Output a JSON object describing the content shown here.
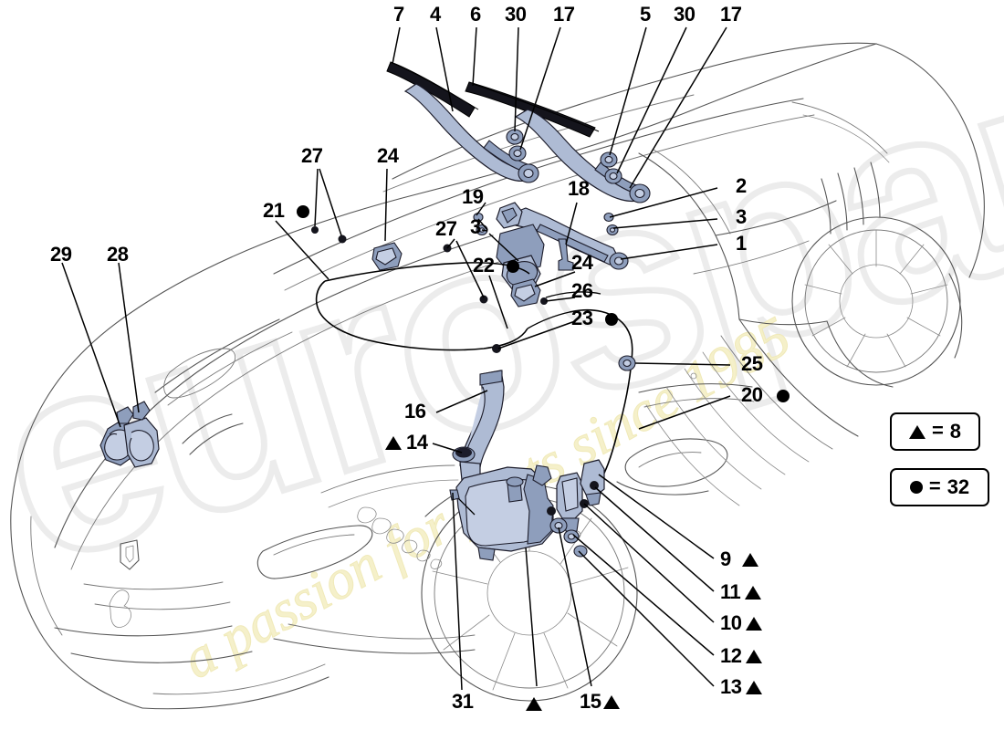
{
  "diagram": {
    "title": "Windscreen wiper and washer / horn system exploded parts diagram",
    "vehicle": "Ferrari front three-quarter body outline",
    "watermark_primary": "eurospares",
    "watermark_secondary": "a passion for parts since 1985",
    "line_color": "#000000",
    "part_fill_color": "#aab9d4",
    "body_outline_color": "#3a3a3a"
  },
  "legend": {
    "items": [
      {
        "name": "triangle-legend",
        "symbol": "triangle",
        "equals": "=",
        "value": "8"
      },
      {
        "name": "dot-legend",
        "symbol": "dot",
        "equals": "=",
        "value": "32"
      }
    ]
  },
  "callouts": [
    {
      "id": "c7",
      "text": "7",
      "marker": "none",
      "group": "top-row"
    },
    {
      "id": "c4",
      "text": "4",
      "marker": "none",
      "group": "top-row"
    },
    {
      "id": "c6",
      "text": "6",
      "marker": "none",
      "group": "top-row"
    },
    {
      "id": "c30a",
      "text": "30",
      "marker": "none",
      "group": "top-row"
    },
    {
      "id": "c17a",
      "text": "17",
      "marker": "none",
      "group": "top-row"
    },
    {
      "id": "c5",
      "text": "5",
      "marker": "none",
      "group": "top-row"
    },
    {
      "id": "c30b",
      "text": "30",
      "marker": "none",
      "group": "top-row"
    },
    {
      "id": "c17b",
      "text": "17",
      "marker": "none",
      "group": "top-row"
    },
    {
      "id": "c27a",
      "text": "27",
      "marker": "none",
      "group": "upper-left"
    },
    {
      "id": "c24a",
      "text": "24",
      "marker": "none",
      "group": "upper-left"
    },
    {
      "id": "c21",
      "text": "21",
      "marker": "dot-after",
      "group": "upper-left"
    },
    {
      "id": "c29",
      "text": "29",
      "marker": "none",
      "group": "left"
    },
    {
      "id": "c28",
      "text": "28",
      "marker": "none",
      "group": "left"
    },
    {
      "id": "c19",
      "text": "19",
      "marker": "none",
      "group": "center"
    },
    {
      "id": "c3a",
      "text": "3",
      "marker": "none",
      "group": "center"
    },
    {
      "id": "c18",
      "text": "18",
      "marker": "none",
      "group": "center"
    },
    {
      "id": "c27b",
      "text": "27",
      "marker": "none",
      "group": "center"
    },
    {
      "id": "c22",
      "text": "22",
      "marker": "dot-after",
      "group": "center"
    },
    {
      "id": "c24b",
      "text": "24",
      "marker": "none",
      "group": "center"
    },
    {
      "id": "c26",
      "text": "26",
      "marker": "none",
      "group": "center"
    },
    {
      "id": "c23",
      "text": "23",
      "marker": "dot-after",
      "group": "center"
    },
    {
      "id": "c2",
      "text": "2",
      "marker": "none",
      "group": "right"
    },
    {
      "id": "c3b",
      "text": "3",
      "marker": "none",
      "group": "right"
    },
    {
      "id": "c1",
      "text": "1",
      "marker": "none",
      "group": "right"
    },
    {
      "id": "c25",
      "text": "25",
      "marker": "none",
      "group": "right"
    },
    {
      "id": "c20",
      "text": "20",
      "marker": "dot-after",
      "group": "right"
    },
    {
      "id": "c16",
      "text": "16",
      "marker": "none",
      "group": "reservoir"
    },
    {
      "id": "c14",
      "text": "14",
      "marker": "triangle-before",
      "group": "reservoir"
    },
    {
      "id": "c9",
      "text": "9",
      "marker": "triangle-after",
      "group": "lower-right"
    },
    {
      "id": "c11",
      "text": "11",
      "marker": "triangle-after",
      "group": "lower-right"
    },
    {
      "id": "c10",
      "text": "10",
      "marker": "triangle-after",
      "group": "lower-right"
    },
    {
      "id": "c12",
      "text": "12",
      "marker": "triangle-after",
      "group": "lower-right"
    },
    {
      "id": "c13",
      "text": "13",
      "marker": "triangle-after",
      "group": "lower-right"
    },
    {
      "id": "c31",
      "text": "31",
      "marker": "none",
      "group": "bottom"
    },
    {
      "id": "c8",
      "text": "",
      "marker": "triangle-only",
      "group": "bottom"
    },
    {
      "id": "c15",
      "text": "15",
      "marker": "triangle-after",
      "group": "bottom"
    }
  ]
}
